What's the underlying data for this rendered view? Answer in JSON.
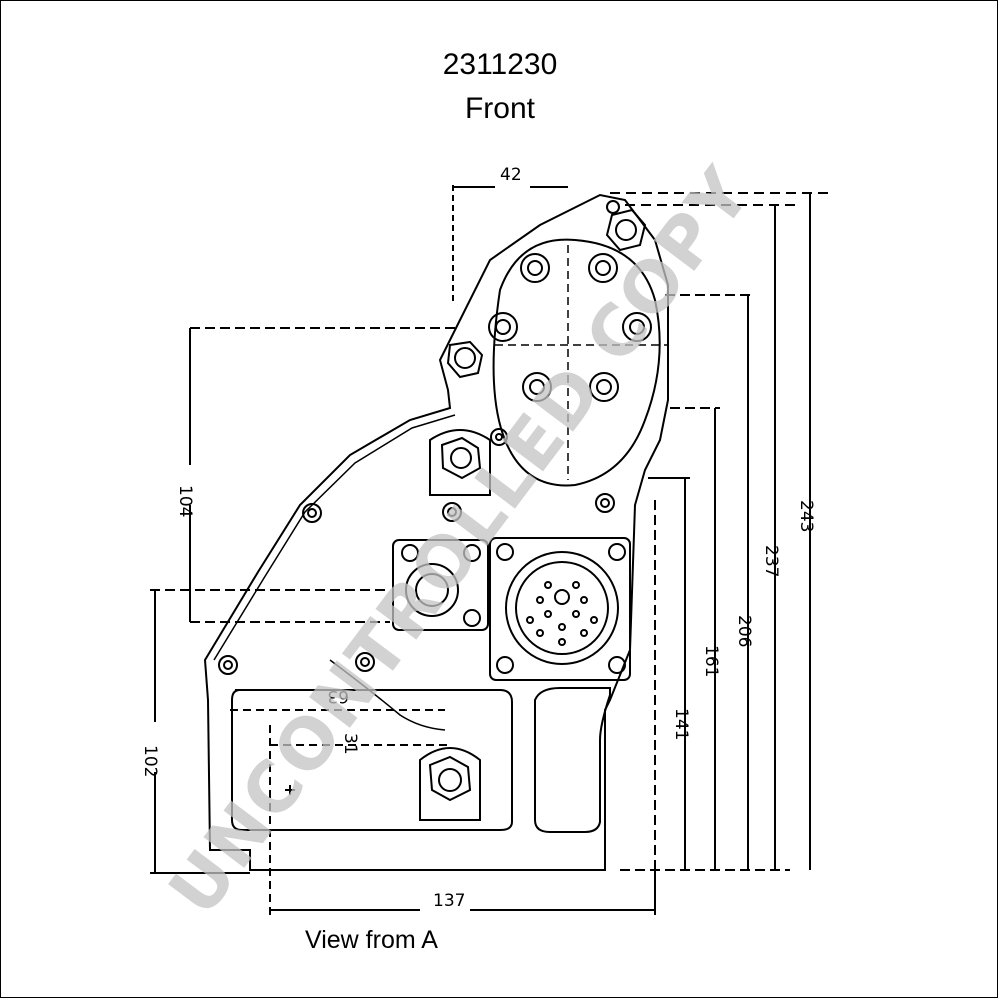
{
  "header": {
    "part_number": "2311230",
    "view_name": "Front"
  },
  "caption": "View from A",
  "watermark": "UNCONTROLLED COPY",
  "dimensions": {
    "top_width": "42",
    "left_height_upper": "104",
    "left_height_lower": "102",
    "inner_width_upper": "63",
    "inner_width_lower": "31",
    "bottom_width": "137",
    "height_141": "141",
    "height_161": "161",
    "height_206": "206",
    "height_237": "237",
    "height_243": "243"
  },
  "colors": {
    "line": "#000000",
    "watermark": "#c4c4c4"
  }
}
